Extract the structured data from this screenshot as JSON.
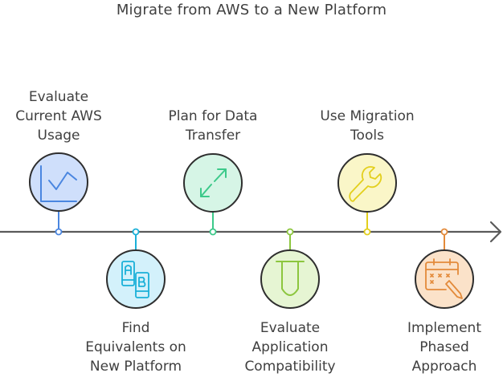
{
  "title": "Migrate from AWS to a New Platform",
  "axis_color": "#5a5a5a",
  "steps": [
    {
      "label": "Evaluate Current AWS Usage",
      "lines": [
        "Evaluate",
        "Current AWS",
        "Usage"
      ],
      "position": "above",
      "icon": "line-chart-icon",
      "color": "#4a86e0",
      "fill": "#cfdffb"
    },
    {
      "label": "Find Equivalents on New Platform",
      "lines": [
        "Find",
        "Equivalents on",
        "New Platform"
      ],
      "position": "below",
      "icon": "ab-devices-icon",
      "color": "#1ab0d8",
      "fill": "#d3f1fb"
    },
    {
      "label": "Plan for Data Transfer",
      "lines": [
        "Plan for Data",
        "Transfer"
      ],
      "position": "above",
      "icon": "transfer-arrows-icon",
      "color": "#3cc98a",
      "fill": "#d6f5e6"
    },
    {
      "label": "Evaluate Application Compatibility",
      "lines": [
        "Evaluate",
        "Application",
        "Compatibility"
      ],
      "position": "below",
      "icon": "test-tube-icon",
      "color": "#8cc63e",
      "fill": "#e6f5d3"
    },
    {
      "label": "Use Migration Tools",
      "lines": [
        "Use Migration",
        "Tools"
      ],
      "position": "above",
      "icon": "wrench-icon",
      "color": "#e3cf1c",
      "fill": "#faf6c8"
    },
    {
      "label": "Implement Phased Approach",
      "lines": [
        "Implement",
        "Phased",
        "Approach"
      ],
      "position": "below",
      "icon": "calendar-edit-icon",
      "color": "#e38a3a",
      "fill": "#fbe2c9"
    }
  ]
}
